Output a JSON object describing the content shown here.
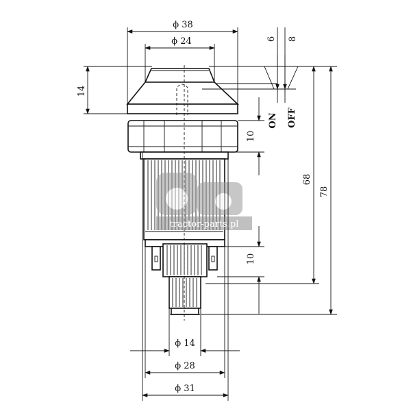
{
  "dimensions": {
    "dia_38": "ϕ 38",
    "dia_24": "ϕ 24",
    "dia_14": "ϕ 14",
    "dia_28": "ϕ 28",
    "dia_31": "ϕ 31",
    "len_6": "6",
    "len_8": "8",
    "len_14": "14",
    "len_10_nut": "10",
    "len_10_terminal": "10",
    "len_68": "68",
    "len_78": "78"
  },
  "positions": {
    "on": "ON",
    "off": "OFF"
  },
  "watermark": {
    "text": "tractor-parts.pl"
  }
}
